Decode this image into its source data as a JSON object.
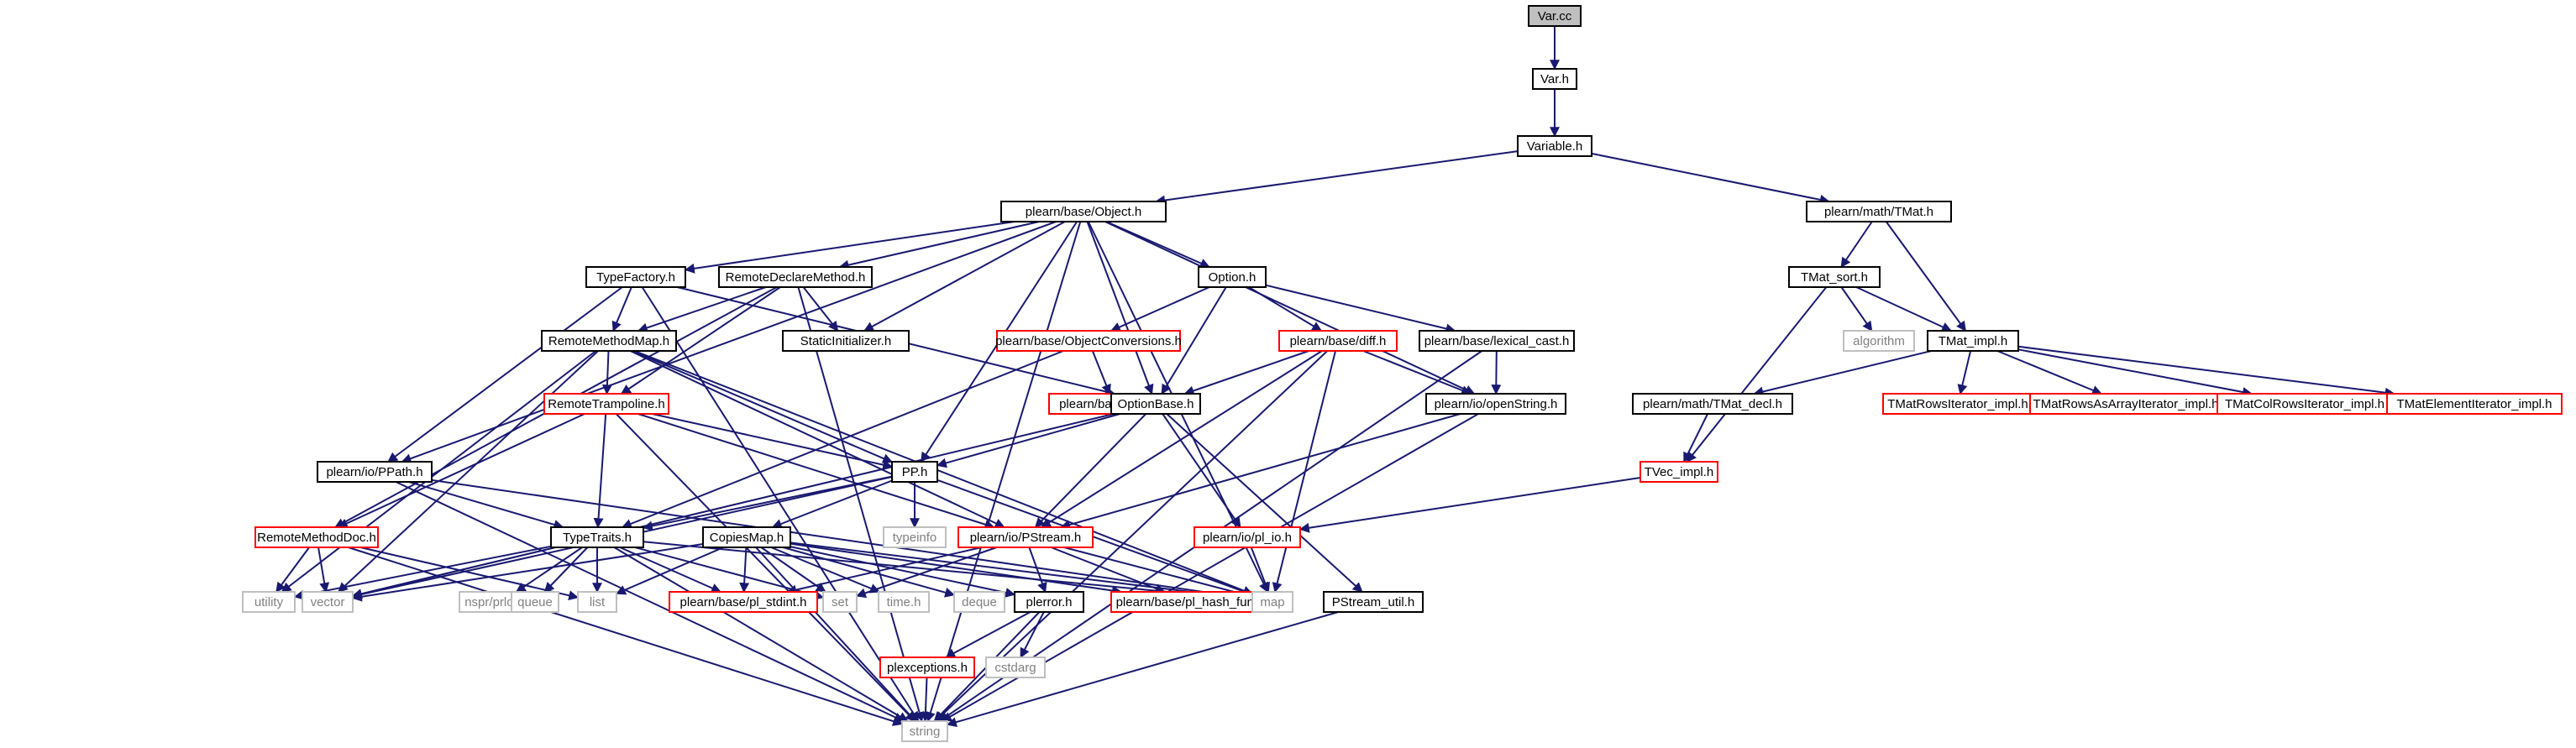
{
  "title": "",
  "colors": {
    "edge": "#191970",
    "normal_border": "#000000",
    "undocumented_border": "#ff0000",
    "system_border": "#bfbfbf",
    "system_text": "#808080",
    "root_fill": "#bfbfbf",
    "normal_fill": "#ffffff"
  },
  "nodes": [
    {
      "id": "var_cc",
      "label": "Var.cc",
      "kind": "root"
    },
    {
      "id": "var_h",
      "label": "Var.h",
      "kind": "normal"
    },
    {
      "id": "variable_h",
      "label": "Variable.h",
      "kind": "normal"
    },
    {
      "id": "object_h",
      "label": "plearn/base/Object.h",
      "kind": "normal"
    },
    {
      "id": "tmat_h",
      "label": "plearn/math/TMat.h",
      "kind": "normal"
    },
    {
      "id": "typefactory_h",
      "label": "TypeFactory.h",
      "kind": "normal"
    },
    {
      "id": "remotedeclaremethod_h",
      "label": "RemoteDeclareMethod.h",
      "kind": "normal"
    },
    {
      "id": "option_h",
      "label": "Option.h",
      "kind": "normal"
    },
    {
      "id": "tmat_sort_h",
      "label": "TMat_sort.h",
      "kind": "normal"
    },
    {
      "id": "remotemethodmap_h",
      "label": "RemoteMethodMap.h",
      "kind": "normal"
    },
    {
      "id": "staticinitializer_h",
      "label": "StaticInitializer.h",
      "kind": "normal"
    },
    {
      "id": "objectconversions_h",
      "label": "plearn/base/ObjectConversions.h",
      "kind": "undocumented"
    },
    {
      "id": "diff_h",
      "label": "plearn/base/diff.h",
      "kind": "undocumented"
    },
    {
      "id": "lexical_cast_h",
      "label": "plearn/base/lexical_cast.h",
      "kind": "normal"
    },
    {
      "id": "algorithm",
      "label": "algorithm",
      "kind": "system"
    },
    {
      "id": "tmat_impl_h",
      "label": "TMat_impl.h",
      "kind": "normal"
    },
    {
      "id": "remotetrampoline_h",
      "label": "RemoteTrampoline.h",
      "kind": "undocumented"
    },
    {
      "id": "array_h",
      "label": "plearn/base/Array.h",
      "kind": "undocumented"
    },
    {
      "id": "optionbase_h",
      "label": "OptionBase.h",
      "kind": "normal"
    },
    {
      "id": "openstring_h",
      "label": "plearn/io/openString.h",
      "kind": "normal"
    },
    {
      "id": "tmat_decl_h",
      "label": "plearn/math/TMat_decl.h",
      "kind": "normal"
    },
    {
      "id": "tmatrowsiterator_h",
      "label": "TMatRowsIterator_impl.h",
      "kind": "undocumented"
    },
    {
      "id": "tmatrowsasarray_h",
      "label": "TMatRowsAsArrayIterator_impl.h",
      "kind": "undocumented"
    },
    {
      "id": "tmatcolrows_h",
      "label": "TMatColRowsIterator_impl.h",
      "kind": "undocumented"
    },
    {
      "id": "tmatelement_h",
      "label": "TMatElementIterator_impl.h",
      "kind": "undocumented"
    },
    {
      "id": "ppath_h",
      "label": "plearn/io/PPath.h",
      "kind": "normal"
    },
    {
      "id": "pp_h",
      "label": "PP.h",
      "kind": "normal"
    },
    {
      "id": "tvec_impl_h",
      "label": "TVec_impl.h",
      "kind": "undocumented"
    },
    {
      "id": "remotemethoddoc_h",
      "label": "RemoteMethodDoc.h",
      "kind": "undocumented"
    },
    {
      "id": "typetraits_h",
      "label": "TypeTraits.h",
      "kind": "normal"
    },
    {
      "id": "copiesmap_h",
      "label": "CopiesMap.h",
      "kind": "normal"
    },
    {
      "id": "typeinfo",
      "label": "typeinfo",
      "kind": "system"
    },
    {
      "id": "pstream_h",
      "label": "plearn/io/PStream.h",
      "kind": "undocumented"
    },
    {
      "id": "pl_io_h",
      "label": "plearn/io/pl_io.h",
      "kind": "undocumented"
    },
    {
      "id": "utility",
      "label": "utility",
      "kind": "system"
    },
    {
      "id": "vector",
      "label": "vector",
      "kind": "system"
    },
    {
      "id": "nspr_prlong_h",
      "label": "nspr/prlong.h",
      "kind": "system"
    },
    {
      "id": "queue",
      "label": "queue",
      "kind": "system"
    },
    {
      "id": "list",
      "label": "list",
      "kind": "system"
    },
    {
      "id": "pl_stdint_h",
      "label": "plearn/base/pl_stdint.h",
      "kind": "undocumented"
    },
    {
      "id": "set",
      "label": "set",
      "kind": "system"
    },
    {
      "id": "time_h",
      "label": "time.h",
      "kind": "system"
    },
    {
      "id": "deque",
      "label": "deque",
      "kind": "system"
    },
    {
      "id": "plerror_h",
      "label": "plerror.h",
      "kind": "normal"
    },
    {
      "id": "pl_hash_fun_h",
      "label": "plearn/base/pl_hash_fun.h",
      "kind": "undocumented"
    },
    {
      "id": "map",
      "label": "map",
      "kind": "system"
    },
    {
      "id": "pstream_util_h",
      "label": "PStream_util.h",
      "kind": "normal"
    },
    {
      "id": "plexceptions_h",
      "label": "plexceptions.h",
      "kind": "undocumented"
    },
    {
      "id": "cstdarg",
      "label": "cstdarg",
      "kind": "system"
    },
    {
      "id": "string",
      "label": "string",
      "kind": "system"
    }
  ],
  "edges": [
    [
      "var_cc",
      "var_h"
    ],
    [
      "var_h",
      "variable_h"
    ],
    [
      "variable_h",
      "object_h"
    ],
    [
      "variable_h",
      "tmat_h"
    ],
    [
      "object_h",
      "typefactory_h"
    ],
    [
      "object_h",
      "remotedeclaremethod_h"
    ],
    [
      "object_h",
      "option_h"
    ],
    [
      "object_h",
      "staticinitializer_h"
    ],
    [
      "object_h",
      "ppath_h"
    ],
    [
      "object_h",
      "pp_h"
    ],
    [
      "object_h",
      "openstring_h"
    ],
    [
      "object_h",
      "map"
    ],
    [
      "object_h",
      "string"
    ],
    [
      "object_h",
      "optionbase_h"
    ],
    [
      "tmat_h",
      "tmat_sort_h"
    ],
    [
      "tmat_h",
      "tmat_impl_h"
    ],
    [
      "tmat_sort_h",
      "algorithm"
    ],
    [
      "tmat_sort_h",
      "tmat_impl_h"
    ],
    [
      "tmat_sort_h",
      "tvec_impl_h"
    ],
    [
      "tmat_impl_h",
      "tmat_decl_h"
    ],
    [
      "tmat_impl_h",
      "tmatrowsiterator_h"
    ],
    [
      "tmat_impl_h",
      "tmatrowsasarray_h"
    ],
    [
      "tmat_impl_h",
      "tmatcolrows_h"
    ],
    [
      "tmat_impl_h",
      "tmatelement_h"
    ],
    [
      "tmat_decl_h",
      "tvec_impl_h"
    ],
    [
      "tvec_impl_h",
      "pl_io_h"
    ],
    [
      "typefactory_h",
      "remotemethodmap_h"
    ],
    [
      "typefactory_h",
      "string"
    ],
    [
      "typefactory_h",
      "ppath_h"
    ],
    [
      "typefactory_h",
      "optionbase_h"
    ],
    [
      "remotedeclaremethod_h",
      "remotemethodmap_h"
    ],
    [
      "remotedeclaremethod_h",
      "staticinitializer_h"
    ],
    [
      "remotedeclaremethod_h",
      "remotetrampoline_h"
    ],
    [
      "remotedeclaremethod_h",
      "remotemethoddoc_h"
    ],
    [
      "remotedeclaremethod_h",
      "string"
    ],
    [
      "option_h",
      "objectconversions_h"
    ],
    [
      "option_h",
      "diff_h"
    ],
    [
      "option_h",
      "lexical_cast_h"
    ],
    [
      "option_h",
      "optionbase_h"
    ],
    [
      "remotemethodmap_h",
      "remotetrampoline_h"
    ],
    [
      "remotemethodmap_h",
      "pp_h"
    ],
    [
      "remotemethodmap_h",
      "map"
    ],
    [
      "remotemethodmap_h",
      "vector"
    ],
    [
      "remotemethodmap_h",
      "utility"
    ],
    [
      "remotemethodmap_h",
      "pstream_h"
    ],
    [
      "objectconversions_h",
      "array_h"
    ],
    [
      "objectconversions_h",
      "typetraits_h"
    ],
    [
      "diff_h",
      "optionbase_h"
    ],
    [
      "diff_h",
      "openstring_h"
    ],
    [
      "diff_h",
      "pstream_h"
    ],
    [
      "diff_h",
      "map"
    ],
    [
      "diff_h",
      "string"
    ],
    [
      "lexical_cast_h",
      "openstring_h"
    ],
    [
      "lexical_cast_h",
      "string"
    ],
    [
      "remotetrampoline_h",
      "typetraits_h"
    ],
    [
      "remotetrampoline_h",
      "remotemethoddoc_h"
    ],
    [
      "remotetrampoline_h",
      "pp_h"
    ],
    [
      "remotetrampoline_h",
      "pstream_h"
    ],
    [
      "remotetrampoline_h",
      "string"
    ],
    [
      "optionbase_h",
      "pp_h"
    ],
    [
      "optionbase_h",
      "pstream_h"
    ],
    [
      "optionbase_h",
      "pl_io_h"
    ],
    [
      "optionbase_h",
      "pstream_util_h"
    ],
    [
      "optionbase_h",
      "vector"
    ],
    [
      "openstring_h",
      "pstream_h"
    ],
    [
      "openstring_h",
      "string"
    ],
    [
      "ppath_h",
      "typetraits_h"
    ],
    [
      "ppath_h",
      "map"
    ],
    [
      "ppath_h",
      "string"
    ],
    [
      "pp_h",
      "typetraits_h"
    ],
    [
      "pp_h",
      "copiesmap_h"
    ],
    [
      "pp_h",
      "typeinfo"
    ],
    [
      "pp_h",
      "map"
    ],
    [
      "pp_h",
      "vector"
    ],
    [
      "remotemethoddoc_h",
      "list"
    ],
    [
      "remotemethoddoc_h",
      "utility"
    ],
    [
      "remotemethoddoc_h",
      "vector"
    ],
    [
      "remotemethoddoc_h",
      "string"
    ],
    [
      "typetraits_h",
      "utility"
    ],
    [
      "typetraits_h",
      "vector"
    ],
    [
      "typetraits_h",
      "nspr_prlong_h"
    ],
    [
      "typetraits_h",
      "queue"
    ],
    [
      "typetraits_h",
      "list"
    ],
    [
      "typetraits_h",
      "pl_stdint_h"
    ],
    [
      "typetraits_h",
      "set"
    ],
    [
      "typetraits_h",
      "map"
    ],
    [
      "typetraits_h",
      "string"
    ],
    [
      "copiesmap_h",
      "vector"
    ],
    [
      "copiesmap_h",
      "list"
    ],
    [
      "copiesmap_h",
      "pl_stdint_h"
    ],
    [
      "copiesmap_h",
      "set"
    ],
    [
      "copiesmap_h",
      "time_h"
    ],
    [
      "copiesmap_h",
      "deque"
    ],
    [
      "copiesmap_h",
      "plerror_h"
    ],
    [
      "copiesmap_h",
      "pl_hash_fun_h"
    ],
    [
      "copiesmap_h",
      "map"
    ],
    [
      "copiesmap_h",
      "string"
    ],
    [
      "pstream_h",
      "pl_stdint_h"
    ],
    [
      "pstream_h",
      "set"
    ],
    [
      "pstream_h",
      "plerror_h"
    ],
    [
      "pstream_h",
      "pl_hash_fun_h"
    ],
    [
      "pstream_h",
      "map"
    ],
    [
      "pl_io_h",
      "map"
    ],
    [
      "plerror_h",
      "plexceptions_h"
    ],
    [
      "plerror_h",
      "cstdarg"
    ],
    [
      "plerror_h",
      "string"
    ],
    [
      "plexceptions_h",
      "string"
    ],
    [
      "pstream_util_h",
      "string"
    ]
  ]
}
